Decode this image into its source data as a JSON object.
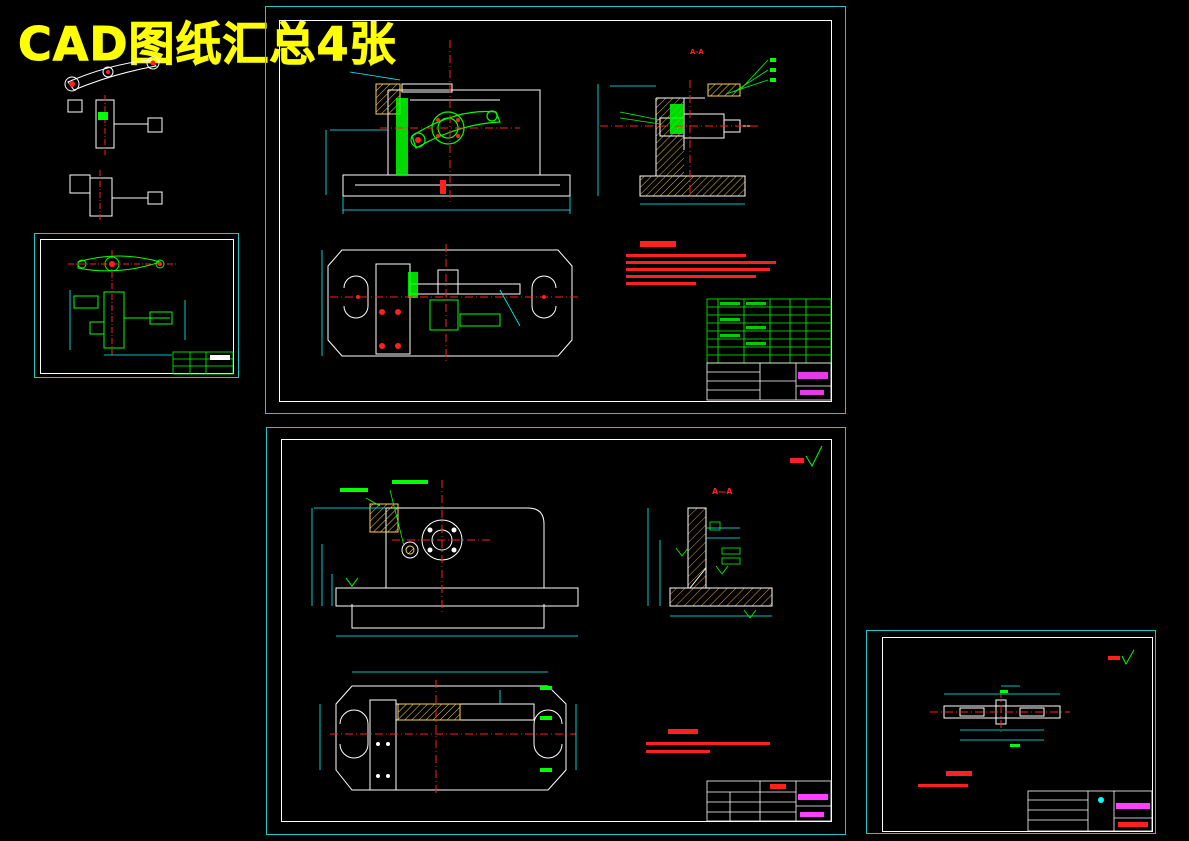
{
  "header": {
    "title": "CAD图纸汇总4张"
  },
  "sheets": [
    {
      "id": "sheet-small-left"
    },
    {
      "id": "sheet-large-top"
    },
    {
      "id": "sheet-large-bottom",
      "section_label": "A—A"
    },
    {
      "id": "sheet-small-right"
    }
  ],
  "colors": {
    "frame_cyan": "#1fc7c7",
    "sheet_white": "#ffffff",
    "geometry_green": "#00ff00",
    "section_red": "#ff2020",
    "dimension_cyan": "#00ffff",
    "hatch_yellow": "#ffd24a",
    "accent_magenta": "#ff40ff",
    "title_yellow": "#ffff00"
  }
}
